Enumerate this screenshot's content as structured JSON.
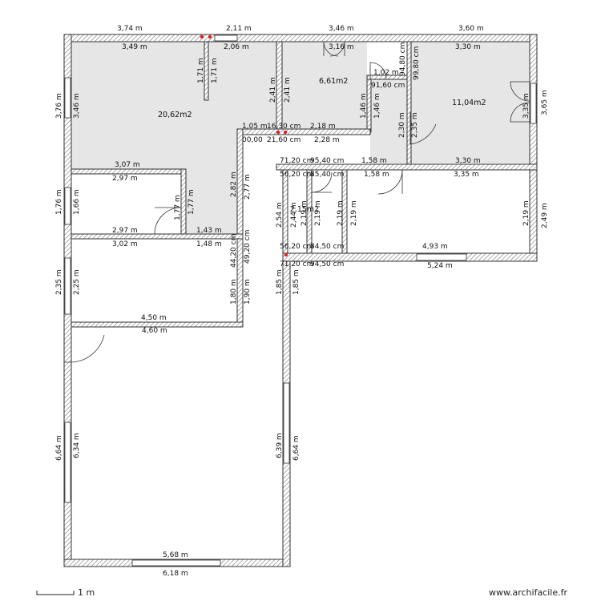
{
  "footer": {
    "scale_label": "1 m",
    "brand": "www.archifacile.fr"
  },
  "rooms": {
    "living_area": "20,62m2",
    "room_top_middle": "6,61m2",
    "room_top_right": "11,04m2",
    "small_room": "2,15m2"
  },
  "dimensions": {
    "top_3_74": "3,74 m",
    "top_3_49": "3,49 m",
    "top_2_11": "2,11 m",
    "top_2_06": "2,06 m",
    "top_3_46": "3,46 m",
    "top_3_16": "3,16 m",
    "top_3_60": "3,60 m",
    "top_3_30a": "3,30 m",
    "left_3_76": "3,76 m",
    "left_3_46": "3,46 m",
    "v_1_71a": "1,71 m",
    "v_1_71b": "1,71 m",
    "v_2_41a": "2,41 m",
    "v_2_41b": "2,41 m",
    "h_1_02": "1,02 m",
    "v_94_80": "94,80 cm",
    "v_99_80": "99,80 cm",
    "h_91_60": "91,60 cm",
    "v_1_46a": "1,46 m",
    "v_1_46b": "1,46 m",
    "h_1_05": "1,05 m",
    "h_16_30": "16,30 cm",
    "h_2_18": "2,18 m",
    "h_00_00": "00,00",
    "h_21_60": "21,60 cm",
    "h_2_28": "2,28 m",
    "v_2_30": "2,30 m",
    "v_2_35": "2,35 m",
    "v_3_35r": "3,35 m",
    "right_3_65": "3,65 m",
    "h_3_30b": "3,30 m",
    "h_3_35": "3,35 m",
    "h_71_20a": "71,20 cm",
    "h_95_40": "95,40 cm",
    "h_1_58a": "1,58 m",
    "h_1_58b": "1,58 m",
    "h_56_20a": "56,20 cm",
    "h_85_40": "85,40 cm",
    "h_3_07": "3,07 m",
    "h_2_97a": "2,97 m",
    "v_2_82": "2,82 m",
    "v_2_77": "2,77 m",
    "left_1_76": "1,76 m",
    "left_1_66": "1,66 m",
    "v_1_77a": "1,77 m",
    "v_1_77b": "1,77 m",
    "v_2_54": "2,54 m",
    "v_2_44": "2,44 m",
    "v_2_19a": "2,19 m",
    "v_2_19b": "2,19 m",
    "v_2_19c": "2,19 m",
    "v_2_19d": "2,19 m",
    "v_2_19e": "2,19 m",
    "right_2_49": "2,49 m",
    "h_2_97b": "2,97 m",
    "h_1_43": "1,43 m",
    "h_3_02": "3,02 m",
    "h_1_48": "1,48 m",
    "v_44_20": "44,20 cm",
    "v_49_20": "49,20 cm",
    "h_56_20b": "56,20 cm",
    "h_84_50": "84,50 cm",
    "h_4_93": "4,93 m",
    "h_71_20b": "71,20 cm",
    "h_94_50": "94,50 cm",
    "h_5_24": "5,24 m",
    "left_2_35": "2,35 m",
    "left_2_25": "2,25 m",
    "v_1_80": "1,80 m",
    "v_1_90": "1,90 m",
    "v_1_85a": "1,85 m",
    "v_1_85b": "1,85 m",
    "h_4_50": "4,50 m",
    "h_4_60": "4,60 m",
    "left_6_64": "6,64 m",
    "left_6_34": "6,34 m",
    "v_6_39": "6,39 m",
    "v_6_64": "6,64 m",
    "h_5_68": "5,68 m",
    "h_6_18": "6,18 m"
  }
}
